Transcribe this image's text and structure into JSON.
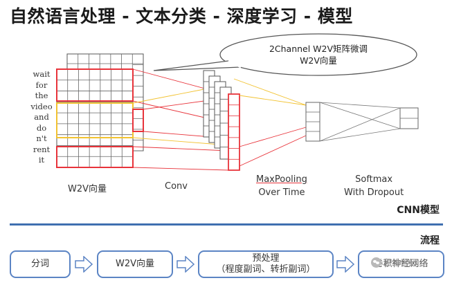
{
  "title": "自然语言处理 - 文本分类 - 深度学习 - 模型",
  "words": [
    "wait",
    "for",
    "the",
    "video",
    "and",
    "do",
    "n't",
    "rent",
    "it"
  ],
  "bubble": {
    "line1": "2Channel W2V矩阵微调",
    "line2": "W2V向量"
  },
  "stages": {
    "w2v": "W2V向量",
    "conv": "Conv",
    "maxpool_1": "MaxPooling",
    "maxpool_2": "Over Time",
    "softmax_1": "Softmax",
    "softmax_2": "With Dropout"
  },
  "cnn_model_label": "CNN模型",
  "flow_label": "流程",
  "flow_steps": [
    {
      "label": "分词"
    },
    {
      "label": "W2V向量"
    },
    {
      "label": "预处理",
      "sub": "（程度副词、转折副词）"
    },
    {
      "label": "卷积神经网络"
    }
  ],
  "watermark": "思维世纪",
  "colors": {
    "red": "#e8333a",
    "yellow": "#f2c230",
    "blue": "#3f6fb0",
    "box_border": "#5b84c4"
  }
}
